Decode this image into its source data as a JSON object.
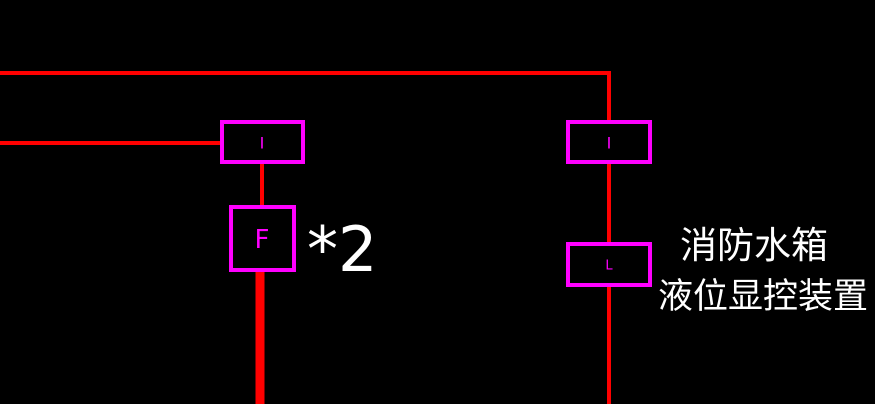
{
  "diagram": {
    "colors": {
      "background": "#000000",
      "wire": "#ff0000",
      "module": "#ff00ff",
      "text": "#ffffff"
    },
    "modules": {
      "input_left": "I",
      "input_right": "I",
      "flow_switch": "F",
      "level_device": "L"
    },
    "annotations": {
      "multiplier": "*2",
      "tank_line1": "消防水箱",
      "tank_line2": "液位显控装置"
    }
  }
}
